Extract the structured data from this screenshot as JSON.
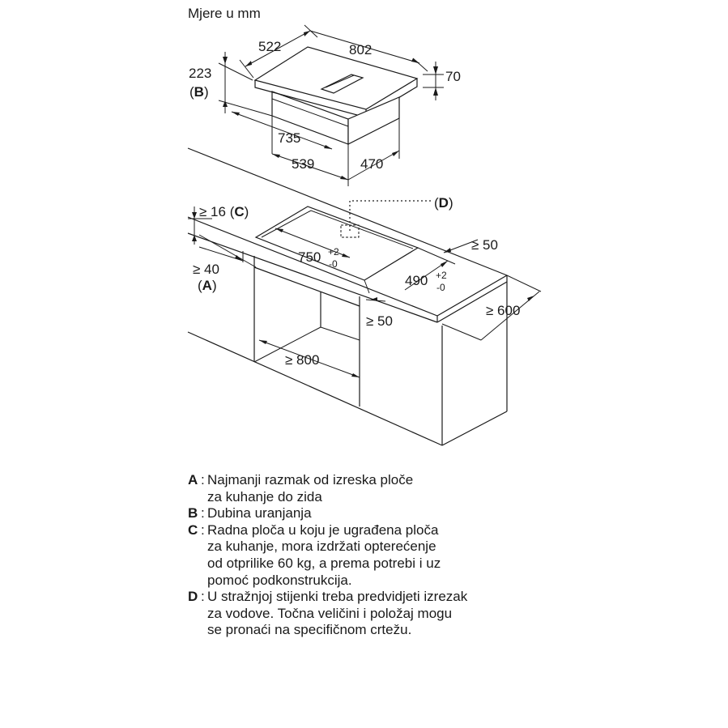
{
  "units_note": "Mjere u mm",
  "hob_dimensions": {
    "width": "802",
    "depth": "522",
    "total_height": "223",
    "glass_height": "70",
    "body_width": "735",
    "body_depth": "470",
    "body_front": "539",
    "label_B": "B"
  },
  "cutout_dimensions": {
    "width_value": "750",
    "width_tol_plus": "+2",
    "width_tol_minus": "-0",
    "depth_value": "490",
    "depth_tol_plus": "+2",
    "depth_tol_minus": "-0",
    "worktop_thickness": "≥ 16",
    "label_C": "C",
    "front_margin": "≥ 40",
    "label_A": "A",
    "side_margin": "≥ 50",
    "front_to_side": "≥ 50",
    "cabinet_depth": "≥ 600",
    "cabinet_width": "≥ 800",
    "label_D": "D"
  },
  "legend": [
    {
      "letter": "A",
      "text": "Najmanji razmak od izreska ploče\nza kuhanje do zida"
    },
    {
      "letter": "B",
      "text": "Dubina uranjanja"
    },
    {
      "letter": "C",
      "text": "Radna ploča u koju je ugrađena ploča\nza kuhanje, mora izdržati opterećenje\nod otprilike 60 kg, a prema potrebi i uz\npomoć podkonstrukcija."
    },
    {
      "letter": "D",
      "text": "U stražnjoj stijenki treba predvidjeti izrezak\nza vodove. Točna veličini i položaj mogu\nse pronaći na specifičnom crtežu."
    }
  ]
}
